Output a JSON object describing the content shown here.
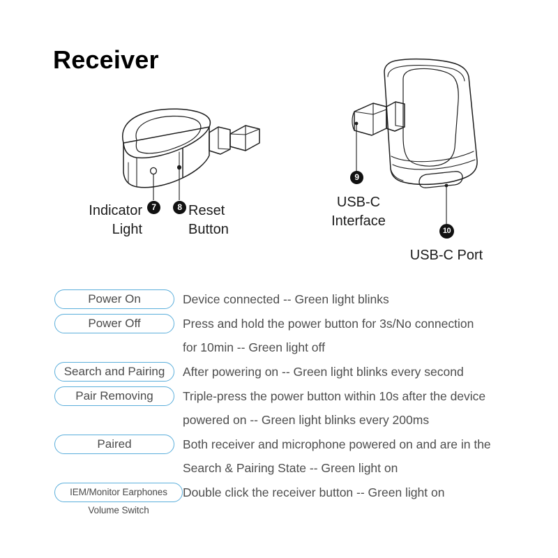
{
  "page": {
    "title": "Receiver",
    "background_color": "#ffffff"
  },
  "illustration": {
    "left_device": {
      "name": "receiver-body-with-usb-c-plug",
      "callouts": [
        {
          "id": "7",
          "badge": "❶",
          "number": "7",
          "label": "Indicator\nLight"
        },
        {
          "id": "8",
          "badge": "❷",
          "number": "8",
          "label": "Reset\nButton"
        }
      ]
    },
    "right_device": {
      "name": "receiver-front-view",
      "callouts": [
        {
          "id": "9",
          "number": "9",
          "label": "USB-C\nInterface"
        },
        {
          "id": "10",
          "number": "10",
          "label": "USB-C Port"
        }
      ]
    }
  },
  "spec_table": {
    "accent_color": "#5aaedb",
    "label_text_color": "#4a4a4a",
    "desc_text_color": "#4d4d4d",
    "rows": [
      {
        "label": "Power On",
        "desc_lines": [
          "Device connected -- Green light blinks"
        ]
      },
      {
        "label": "Power Off",
        "desc_lines": [
          "Press and hold the power button for 3s/No connection",
          "for 10min -- Green light off"
        ]
      },
      {
        "label": "Search and Pairing",
        "desc_lines": [
          "After powering on -- Green light blinks every second"
        ]
      },
      {
        "label": "Pair Removing",
        "desc_lines": [
          "Triple-press the power button within 10s after the device",
          "powered on -- Green light blinks every 200ms"
        ]
      },
      {
        "label": "Paired",
        "desc_lines": [
          "Both receiver and microphone powered on and are in the",
          "Search & Pairing State -- Green light on"
        ]
      },
      {
        "label": "IEM/Monitor Earphones Volume Switch",
        "long_label": true,
        "desc_lines": [
          "Double click the receiver button -- Green light on"
        ]
      }
    ]
  }
}
